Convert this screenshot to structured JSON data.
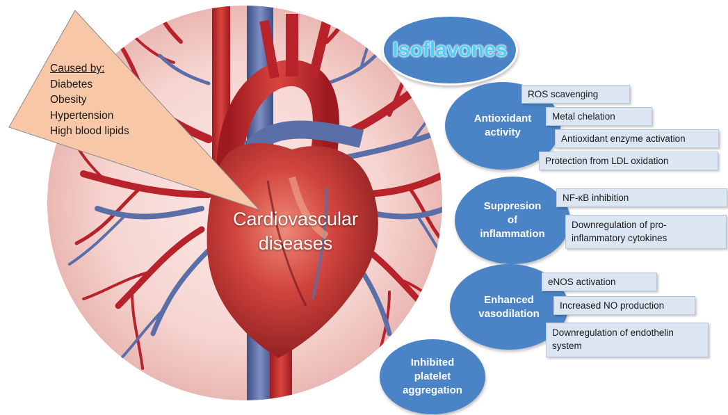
{
  "causes": {
    "heading": "Caused by:",
    "items": [
      "Diabetes",
      "Obesity",
      "Hypertension",
      "High blood lipids"
    ]
  },
  "center": {
    "line1": "Cardiovascular",
    "line2": "diseases"
  },
  "isoflavones": "Isoflavones",
  "mechanisms": [
    {
      "name": "Antioxidant\nactivity",
      "effects": [
        "ROS scavenging",
        "Metal chelation",
        "Antioxidant enzyme activation",
        "Protection from LDL oxidation"
      ]
    },
    {
      "name": "Suppresion\nof\ninflammation",
      "effects": [
        "NF-κB inhibition",
        "Downregulation of pro-\ninflammatory cytokines"
      ]
    },
    {
      "name": "Enhanced\nvasodilation",
      "effects": [
        "eNOS activation",
        "Increased  NO production",
        "Downregulation of endothelin\nsystem"
      ]
    },
    {
      "name": "Inhibited\nplatelet\naggregation",
      "effects": []
    }
  ],
  "colors": {
    "ellipse": "#4a84c6",
    "box_fill": "#dce6f2",
    "callout": "#f8c7a8",
    "isoflavones_text": "#4fd0f2",
    "artery": "#b8232b",
    "vein": "#5a6fa8"
  }
}
